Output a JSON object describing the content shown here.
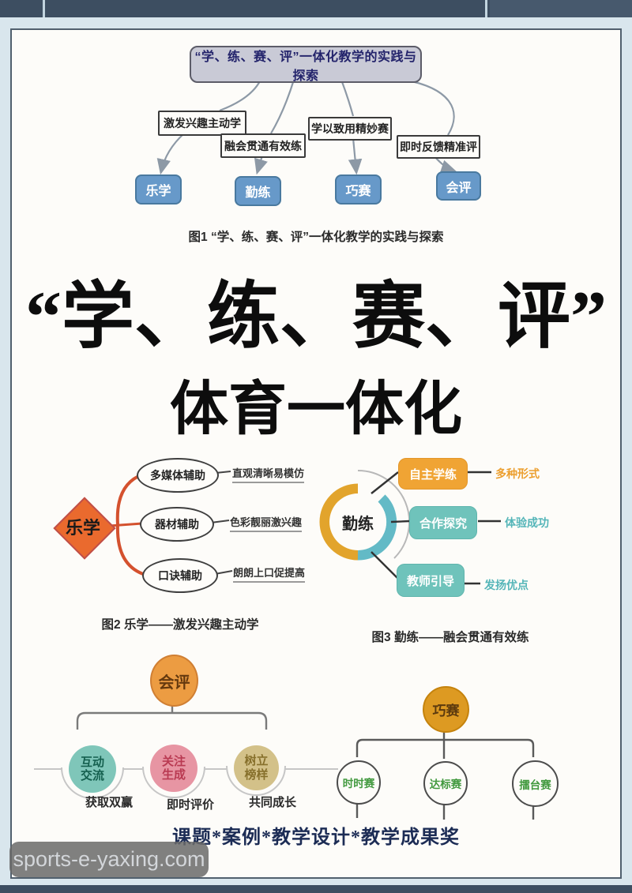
{
  "frame": {
    "watermark": "sports-e-yaxing.com"
  },
  "fig1": {
    "title": "“学、练、赛、评”一体化教学的实践与探索",
    "branches": [
      "激发兴趣主动学",
      "融会贯通有效练",
      "学以致用精妙赛",
      "即时反馈精准评"
    ],
    "nodes": [
      "乐学",
      "勤练",
      "巧赛",
      "会评"
    ],
    "caption": "图1  “学、练、赛、评”一体化教学的实践与探索"
  },
  "headline": {
    "line1": "“学、练、赛、评”",
    "line2": "体育一体化"
  },
  "fig2": {
    "center": "乐学",
    "nodes": [
      "多媒体辅助",
      "器材辅助",
      "口诀辅助"
    ],
    "notes": [
      "直观清晰易模仿",
      "色彩靓丽激兴趣",
      "朗朗上口促提高"
    ],
    "caption": "图2  乐学——激发兴趣主动学"
  },
  "fig3": {
    "center": "勤练",
    "nodes": [
      "自主学练",
      "合作探究",
      "教师引导"
    ],
    "notes": [
      "多种形式",
      "体验成功",
      "发扬优点"
    ],
    "caption": "图3  勤练——融会贯通有效练"
  },
  "fig4": {
    "center": "会评",
    "nodes": [
      "互动\n交流",
      "关注\n生成",
      "树立\n榜样"
    ],
    "notes": [
      "获取双赢",
      "即时评价",
      "共同成长"
    ]
  },
  "fig5": {
    "center": "巧赛",
    "nodes": [
      "时时赛",
      "达标赛",
      "擂台赛"
    ]
  },
  "footer": {
    "line": "课题*案例*教学设计*教学成果奖"
  },
  "colors": {
    "frame_dark": "#3d4e61",
    "frame_light": "#d9e6ed",
    "node_blue": "#6799c9",
    "accent_orange": "#ea6a2e",
    "accent_gold": "#e2a42c",
    "accent_teal": "#6fc3bb",
    "accent_pink": "#e795a3",
    "accent_tan": "#d3c189",
    "headline_black": "#0d0d0d",
    "footer_navy": "#1c2c55"
  }
}
